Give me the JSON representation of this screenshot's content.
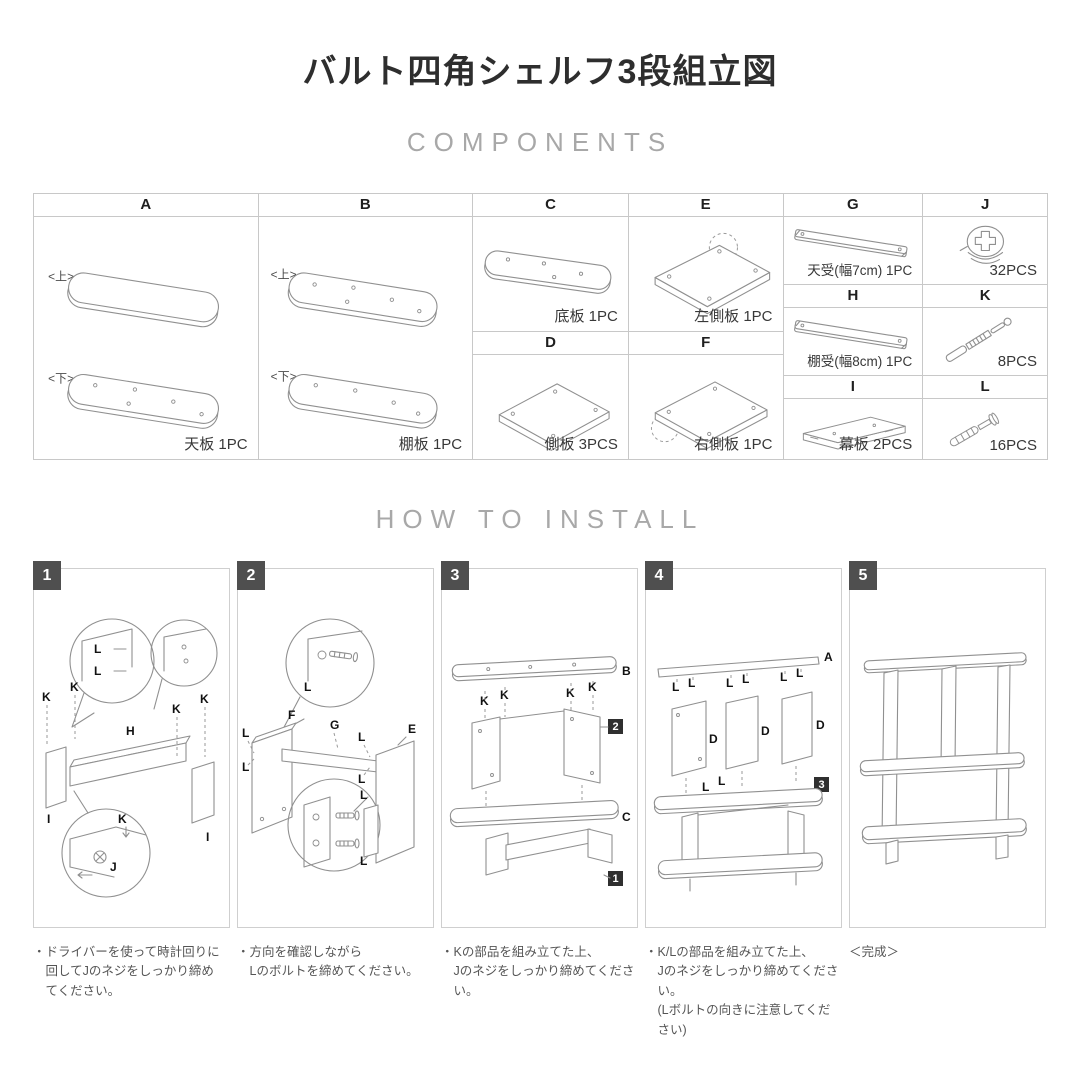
{
  "page": {
    "title": "バルト四角シェルフ3段組立図"
  },
  "sections": {
    "components": "COMPONENTS",
    "install": "HOW TO INSTALL"
  },
  "orientation": {
    "top": "<上>",
    "bottom": "<下>"
  },
  "components": {
    "a": {
      "letter": "A",
      "caption": "天板 1PC"
    },
    "b": {
      "letter": "B",
      "caption": "棚板 1PC"
    },
    "c": {
      "letter": "C",
      "caption": "底板 1PC"
    },
    "d": {
      "letter": "D",
      "caption": "側板 3PCS"
    },
    "e": {
      "letter": "E",
      "caption": "左側板 1PC"
    },
    "f": {
      "letter": "F",
      "caption": "右側板 1PC"
    },
    "g": {
      "letter": "G",
      "caption": "天受(幅7cm) 1PC"
    },
    "h": {
      "letter": "H",
      "caption": "棚受(幅8cm) 1PC"
    },
    "i": {
      "letter": "I",
      "caption": "幕板 2PCS"
    },
    "j": {
      "letter": "J",
      "caption": "32PCS"
    },
    "k": {
      "letter": "K",
      "caption": "8PCS"
    },
    "l": {
      "letter": "L",
      "caption": "16PCS"
    }
  },
  "steps": [
    {
      "number": "1",
      "bullet": "・",
      "text": "ドライバーを使って時計回りに\n回してJのネジをしっかり締め\nてください。"
    },
    {
      "number": "2",
      "bullet": "・",
      "text": "方向を確認しながら\nLのボルトを締めてください。"
    },
    {
      "number": "3",
      "bullet": "・",
      "text": "Kの部品を組み立てた上、\nJのネジをしっかり締めてください。"
    },
    {
      "number": "4",
      "bullet": "・",
      "text": "K/Lの部品を組み立てた上、\nJのネジをしっかり締めてください。\n(Lボルトの向きに注意してください)"
    },
    {
      "number": "5",
      "bullet": "",
      "text": "＜完成＞"
    }
  ]
}
